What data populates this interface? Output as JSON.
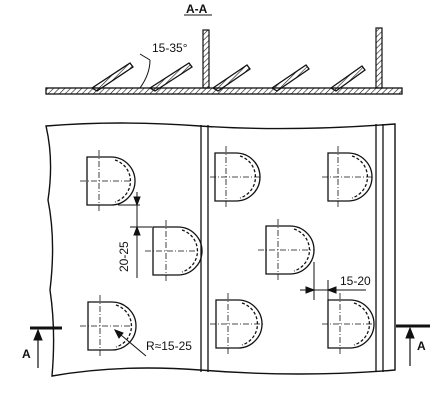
{
  "section_title": "A-A",
  "angle_label": "15-35°",
  "dim_vertical": "20-25",
  "dim_horizontal": "15-20",
  "radius_label": "R≈15-25",
  "section_marker_left": "A",
  "section_marker_right": "A"
}
